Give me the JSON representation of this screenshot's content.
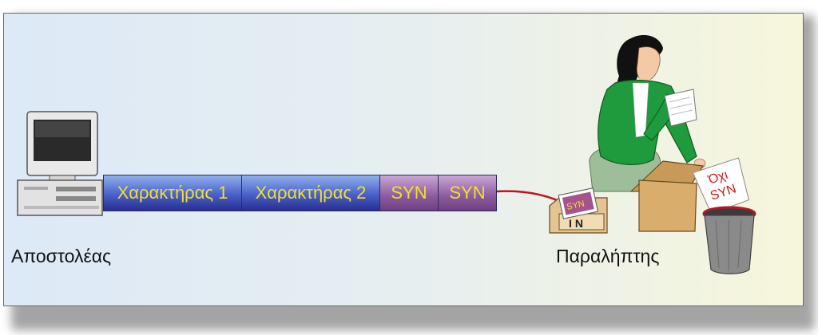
{
  "sender": {
    "label": "Αποστολέας"
  },
  "receiver": {
    "label": "Παραλήπτης"
  },
  "stream": [
    {
      "text": "Χαρακτήρας 1",
      "kind": "char"
    },
    {
      "text": "Χαρακτήρας 2",
      "kind": "char"
    },
    {
      "text": "SYN",
      "kind": "syn"
    },
    {
      "text": "SYN",
      "kind": "syn"
    }
  ],
  "inbox": {
    "letter_text": "SYN",
    "box_label": "IN"
  },
  "discarded_note": {
    "line1": "Όχι",
    "line2": "SYN"
  },
  "colors": {
    "char_segment": "#4a5fc9",
    "syn_segment": "#8c5a9e",
    "segment_text": "#f0e12a",
    "wire": "#c0141e"
  }
}
